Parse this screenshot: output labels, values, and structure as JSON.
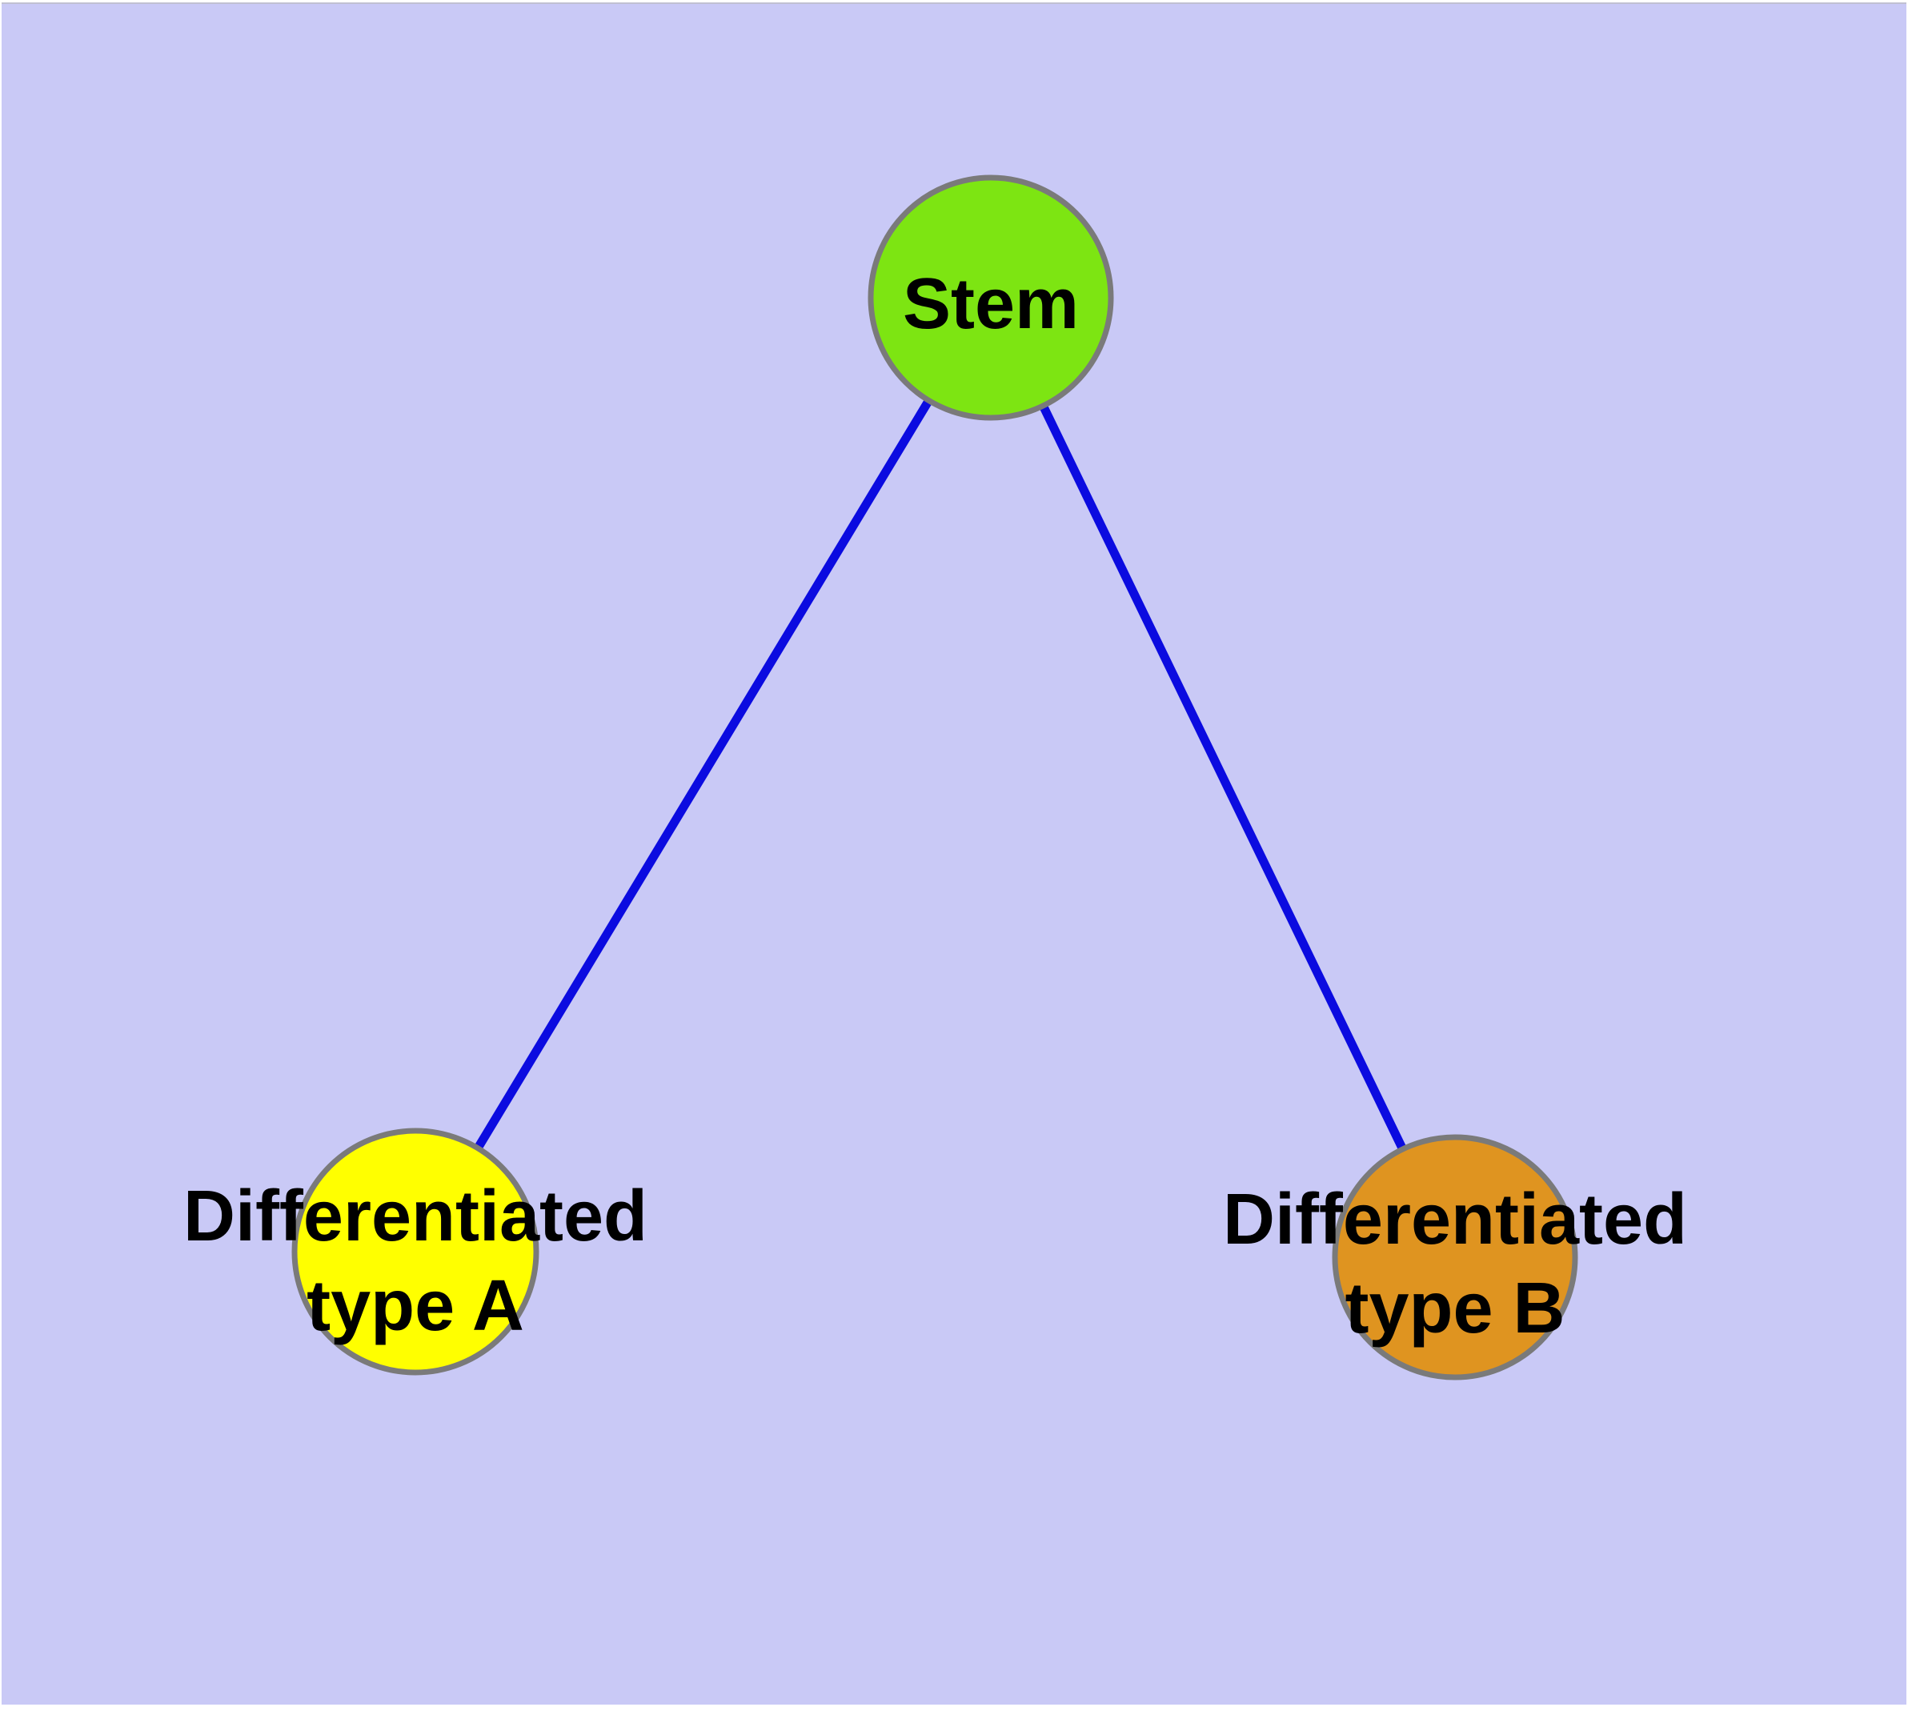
{
  "diagram": {
    "type": "node-link-graph",
    "description": "Cell differentiation graph: one stem node linked to two differentiated cell type nodes",
    "colors": {
      "page": "#ffffff",
      "background": "#c9c9f6",
      "top_hairline": "#c0c0d2",
      "edge": "#0b0be0",
      "node_border": "#7a7a7a",
      "label_text": "#000000"
    },
    "nodes": [
      {
        "id": "stem",
        "label": "Stem",
        "label_lines": [
          "Stem"
        ],
        "color": "#7de512"
      },
      {
        "id": "differentiated-type-a",
        "label": "Differentiated type A",
        "label_lines": [
          "Differentiated",
          "type A"
        ],
        "color": "#ffff00"
      },
      {
        "id": "differentiated-type-b",
        "label": "Differentiated type B",
        "label_lines": [
          "Differentiated",
          "type B"
        ],
        "color": "#df9420"
      }
    ],
    "edges": [
      {
        "source": "stem",
        "target": "differentiated-type-a"
      },
      {
        "source": "stem",
        "target": "differentiated-type-b"
      }
    ]
  }
}
